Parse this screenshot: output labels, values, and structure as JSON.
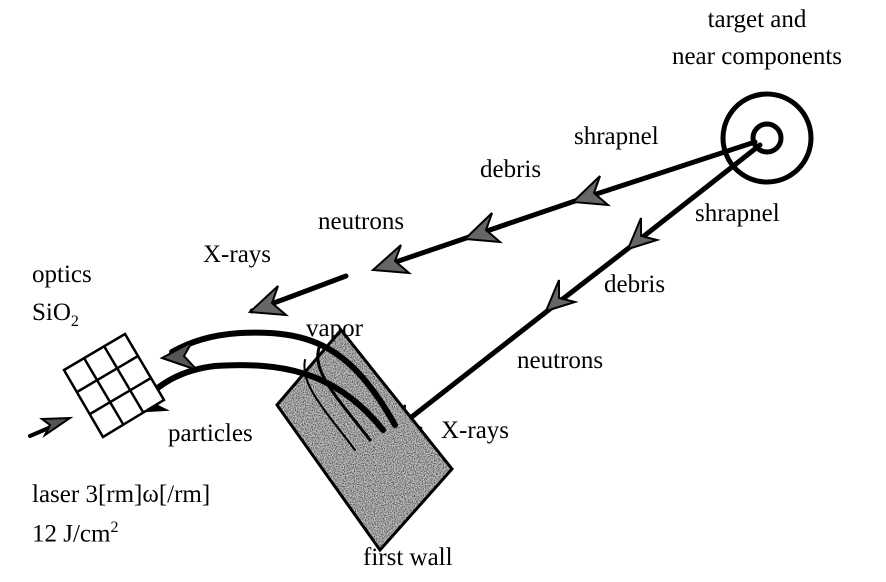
{
  "labels": {
    "target_line1": "target and",
    "target_line2": "near components",
    "shrapnel_upper": "shrapnel",
    "debris_upper": "debris",
    "neutrons_upper": "neutrons",
    "xrays_upper": "X-rays",
    "shrapnel_lower": "shrapnel",
    "debris_lower": "debris",
    "neutrons_lower": "neutrons",
    "xrays_lower": "X-rays",
    "optics_line1": "optics",
    "optics_si": "SiO",
    "optics_sub": "2",
    "vapor": "vapor",
    "particles": "particles",
    "laser_line": "laser 3[rm]ω[/rm]",
    "fluence_value": "12 J/cm",
    "fluence_sup": "2",
    "first_wall": "first wall"
  },
  "colors": {
    "ink": "#000000",
    "wall_fill": "#b8b8b8",
    "background": "#ffffff"
  }
}
